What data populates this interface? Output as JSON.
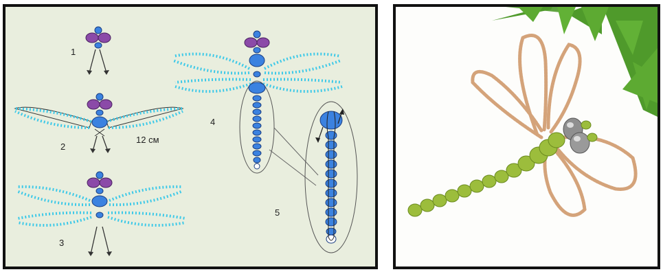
{
  "diagram": {
    "step_labels": [
      "1",
      "2",
      "3",
      "4",
      "5"
    ],
    "wing_length_label": "12 см"
  },
  "photo": {
    "subject": "beaded-dragonfly",
    "colors": {
      "body": "#9cbd3c",
      "wire_beads": "#d4a37a",
      "eyes": "#8f8f8f",
      "leaf": "#4f9a2b"
    }
  },
  "colors": {
    "wing_bead": "#3ec9e8",
    "body_bead": "#3b82e0",
    "eye_bead": "#8b4aa8",
    "panel_bg": "#e9eede"
  }
}
